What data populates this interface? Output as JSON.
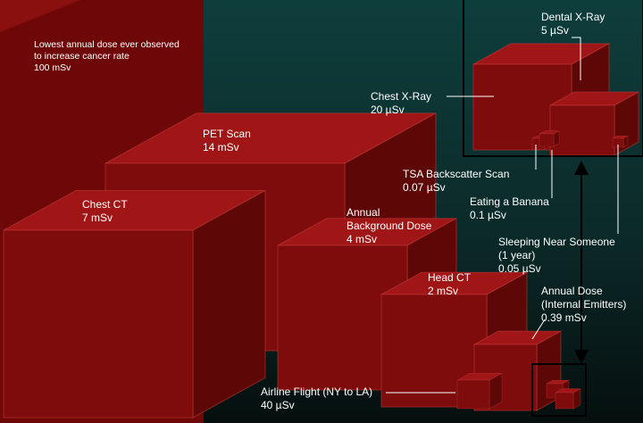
{
  "colors": {
    "background_top": "#0e3e3c",
    "background_bottom": "#071413",
    "cube_front": "#7f0c0c",
    "cube_top": "#a01616",
    "cube_side": "#5e0707",
    "edge": "#c23a3a",
    "label_text": "#ffffff",
    "leader_line": "#ffffff",
    "inset_border": "#000000"
  },
  "labels": {
    "lowest_dose": {
      "line1": "Lowest annual dose ever observed",
      "line2": "to increase cancer rate",
      "value": "100 mSv"
    },
    "pet_scan": {
      "name": "PET Scan",
      "value": "14 mSv"
    },
    "chest_ct": {
      "name": "Chest CT",
      "value": "7 mSv"
    },
    "annual_background": {
      "line1": "Annual",
      "line2": "Background Dose",
      "value": "4 mSv"
    },
    "head_ct": {
      "name": "Head CT",
      "value": "2 mSv"
    },
    "annual_internal": {
      "line1": "Annual Dose",
      "line2": "(Internal Emitters)",
      "value": "0.39 mSv"
    },
    "airline_flight": {
      "name": "Airline Flight (NY to LA)",
      "value": "40 µSv"
    },
    "dental_xray": {
      "name": "Dental X-Ray",
      "value": "5 µSv"
    },
    "chest_xray": {
      "name": "Chest X-Ray",
      "value": "20 µSv"
    },
    "tsa_scan": {
      "name": "TSA Backscatter Scan",
      "value": "0.07 µSv"
    },
    "banana": {
      "name": "Eating a Banana",
      "value": "0.1 µSv"
    },
    "sleeping": {
      "line1": "Sleeping Near Someone",
      "line2": "(1 year)",
      "value": "0.05 µSv"
    }
  }
}
